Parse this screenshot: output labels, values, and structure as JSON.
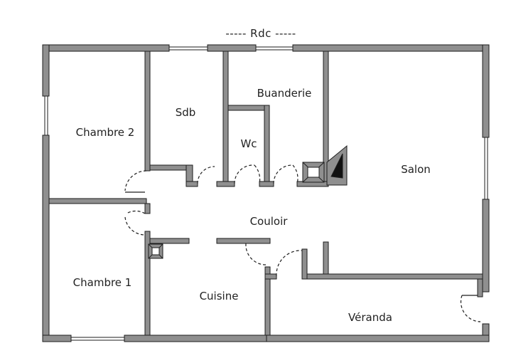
{
  "plan": {
    "title": "----- Rdc -----",
    "colors": {
      "wall": "#8f8f8f",
      "outline": "#1e1e1e",
      "door_arc": "#1e1e1e",
      "fill": "#ffffff"
    },
    "rooms": {
      "chambre2": "Chambre 2",
      "sdb": "Sdb",
      "buanderie": "Buanderie",
      "wc": "Wc",
      "salon": "Salon",
      "couloir": "Couloir",
      "chambre1": "Chambre 1",
      "cuisine": "Cuisine",
      "veranda": "Véranda"
    }
  }
}
